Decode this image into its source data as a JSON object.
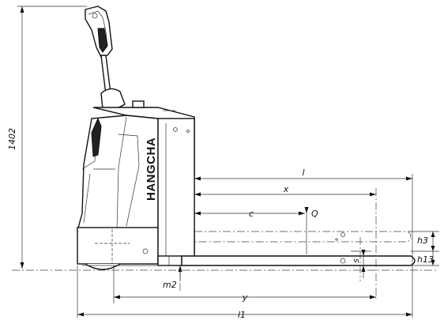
{
  "brand": "HANGCHA",
  "dimensions": {
    "height_overall": "1402",
    "l": "l",
    "x": "x",
    "c": "c",
    "Q": "Q",
    "h3": "h3",
    "h13": "h13",
    "s": "s",
    "m2": "m2",
    "y": "y",
    "l1": "l1"
  }
}
